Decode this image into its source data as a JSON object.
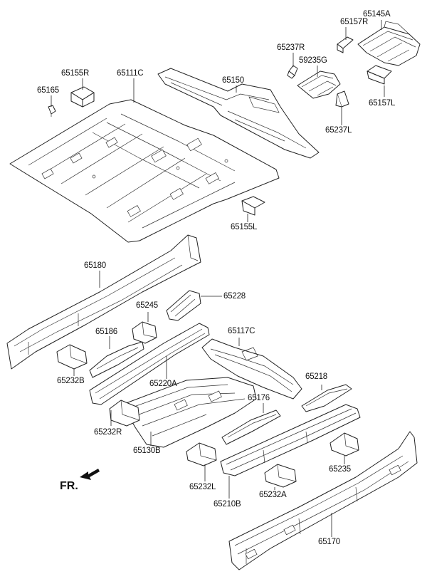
{
  "colors": {
    "line": "#222222",
    "background": "#ffffff"
  },
  "direction_marker": {
    "label": "FR.",
    "icon": "arrow-front-icon"
  },
  "parts": [
    {
      "id": "65157R"
    },
    {
      "id": "65145A"
    },
    {
      "id": "65237R"
    },
    {
      "id": "59235G"
    },
    {
      "id": "65155R"
    },
    {
      "id": "65111C"
    },
    {
      "id": "65150"
    },
    {
      "id": "65165"
    },
    {
      "id": "65157L"
    },
    {
      "id": "65237L"
    },
    {
      "id": "65155L"
    },
    {
      "id": "65180"
    },
    {
      "id": "65228"
    },
    {
      "id": "65245"
    },
    {
      "id": "65186"
    },
    {
      "id": "65117C"
    },
    {
      "id": "65232B"
    },
    {
      "id": "65220A"
    },
    {
      "id": "65218"
    },
    {
      "id": "65176"
    },
    {
      "id": "65232R"
    },
    {
      "id": "65130B"
    },
    {
      "id": "65235"
    },
    {
      "id": "65232L"
    },
    {
      "id": "65232A"
    },
    {
      "id": "65210B"
    },
    {
      "id": "65170"
    }
  ]
}
